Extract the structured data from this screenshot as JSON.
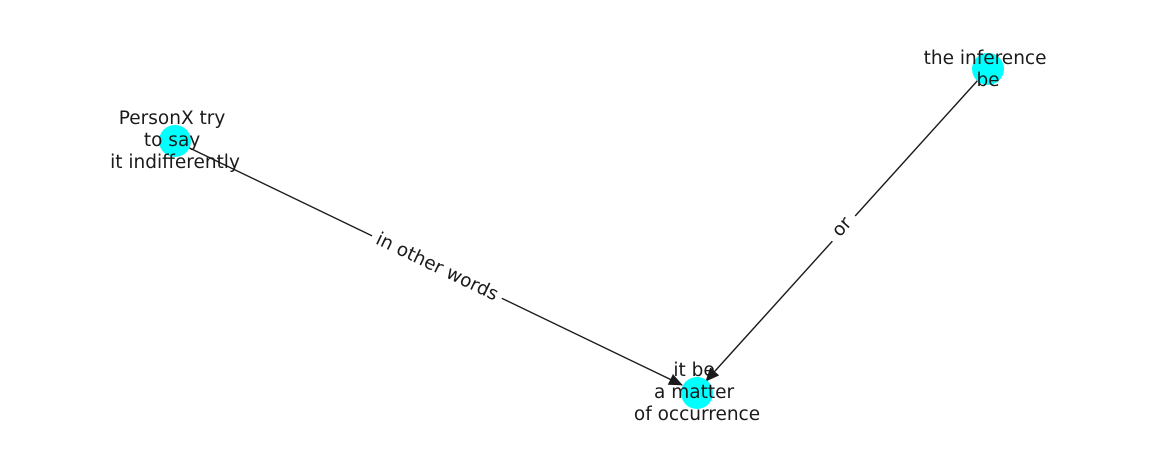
{
  "colors": {
    "node": "#00ffff",
    "edge": "#1a1a1a",
    "text": "#1a1a1a",
    "background": "#ffffff"
  },
  "nodes": [
    {
      "id": "personx",
      "label_lines": [
        "PersonX try",
        "to say",
        "it indifferently"
      ]
    },
    {
      "id": "inference",
      "label_lines": [
        "the inference",
        "be"
      ]
    },
    {
      "id": "matter",
      "label_lines": [
        "it be",
        "a matter",
        "of occurrence"
      ]
    }
  ],
  "edges": [
    {
      "source": "personx",
      "target": "matter",
      "label": "in other words"
    },
    {
      "source": "inference",
      "target": "matter",
      "label": "or"
    }
  ]
}
